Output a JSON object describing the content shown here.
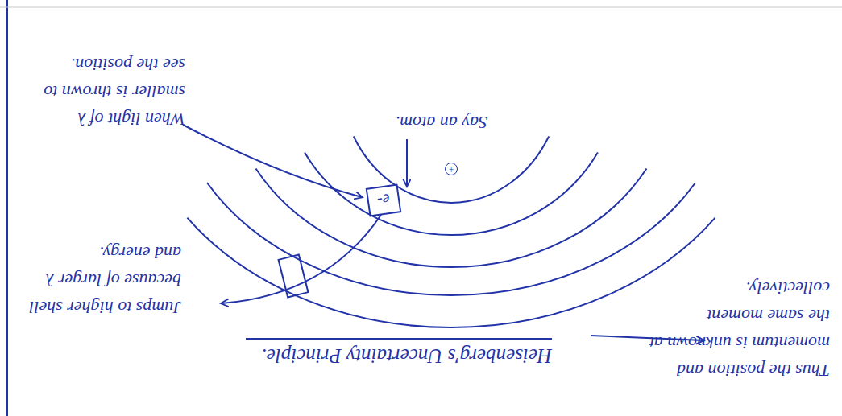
{
  "diagram": {
    "title": "Heisenberg's Uncertainty Principle.",
    "nodes": [
      {
        "text": [
          "e-"
        ]
      },
      {
        "text": [
          "+"
        ]
      }
    ],
    "labels": [
      "Thus the position and momentum is unknown at the same moment collectively.",
      "Jumps to higher shell because of larger λ and energy.",
      "When light of λ smaller is thrown to see the position.",
      "Say an atom."
    ]
  }
}
